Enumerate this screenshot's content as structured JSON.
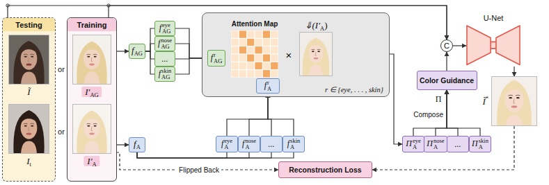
{
  "diagram": {
    "nodes": [
      {
        "text": [
          "Testing"
        ]
      },
      {
        "text": [
          "Ĩ"
        ],
        "in": 0
      },
      {
        "text": [
          "I",
          "t"
        ],
        "in": 0
      },
      {
        "text": [
          "Training"
        ]
      },
      {
        "text": [
          "I′",
          "AG"
        ],
        "in": 3
      },
      {
        "text": [
          "I′",
          "A"
        ],
        "in": 3
      },
      {
        "text": [
          "f",
          "AG"
        ]
      },
      {
        "text": [
          "f",
          "AG",
          "eye"
        ]
      },
      {
        "text": [
          "f",
          "AG",
          "nose"
        ]
      },
      {
        "text": [
          "..."
        ]
      },
      {
        "text": [
          "f",
          "AG",
          "skin"
        ]
      },
      {
        "text": [
          "r ∈ {eye, . . . , skin}"
        ]
      },
      {
        "text": [
          "Attention Map"
        ],
        "in": 11
      },
      {
        "text": [
          "⇓(I′",
          "A",
          ")"
        ],
        "in": 11
      },
      {
        "text": [
          "f",
          "AG",
          "r"
        ],
        "in": 11
      },
      {
        "text": [
          "f",
          "A",
          "r"
        ],
        "in": 11
      },
      {
        "text": [
          "f",
          "A"
        ]
      },
      {
        "text": [
          "f",
          "A",
          "eye"
        ]
      },
      {
        "text": [
          "f",
          "A",
          "nose"
        ]
      },
      {
        "text": [
          "..."
        ]
      },
      {
        "text": [
          "f",
          "A",
          "skin"
        ]
      },
      {
        "text": [
          "Π",
          "A",
          "eye"
        ]
      },
      {
        "text": [
          "Π",
          "A",
          "nose"
        ]
      },
      {
        "text": [
          "..."
        ]
      },
      {
        "text": [
          "Π",
          "A",
          "skin"
        ]
      },
      {
        "text": [
          "Color Guidance"
        ]
      },
      {
        "text": [
          "C"
        ]
      },
      {
        "text": [
          "U-Net"
        ]
      },
      {
        "text": [
          "Ĩ",
          "*"
        ]
      },
      {
        "text": [
          "Reconstruction Loss"
        ]
      }
    ],
    "edges": [
      {
        "from": 0,
        "to": 26,
        "arrow": "to"
      },
      {
        "from": 3,
        "to": 26,
        "arrow": "to"
      },
      {
        "from": 4,
        "to": 6,
        "arrow": "to"
      },
      {
        "from": 5,
        "to": 16,
        "arrow": "to"
      },
      {
        "from": 6,
        "to": 7,
        "arrow": "none"
      },
      {
        "from": 6,
        "to": 8,
        "arrow": "none"
      },
      {
        "from": 6,
        "to": 9,
        "arrow": "none"
      },
      {
        "from": 6,
        "to": 10,
        "arrow": "none"
      },
      {
        "from": 7,
        "to": 14,
        "arrow": "to"
      },
      {
        "from": 8,
        "to": 14,
        "arrow": "to"
      },
      {
        "from": 9,
        "to": 14,
        "arrow": "to"
      },
      {
        "from": 10,
        "to": 14,
        "arrow": "to"
      },
      {
        "from": 16,
        "to": 17,
        "arrow": "none"
      },
      {
        "from": 16,
        "to": 18,
        "arrow": "none"
      },
      {
        "from": 16,
        "to": 19,
        "arrow": "none"
      },
      {
        "from": 16,
        "to": 20,
        "arrow": "none"
      },
      {
        "from": 17,
        "to": 15,
        "arrow": "to"
      },
      {
        "from": 18,
        "to": 15,
        "arrow": "to"
      },
      {
        "from": 19,
        "to": 15,
        "arrow": "to"
      },
      {
        "from": 20,
        "to": 15,
        "arrow": "to"
      },
      {
        "from": 11,
        "to": 21,
        "arrow": "to"
      },
      {
        "from": 21,
        "to": 25,
        "label": "Compose",
        "arrow": "to"
      },
      {
        "from": 22,
        "to": 25,
        "arrow": "to"
      },
      {
        "from": 23,
        "to": 25,
        "arrow": "to"
      },
      {
        "from": 24,
        "to": 25,
        "arrow": "to"
      },
      {
        "from": 25,
        "to": 26,
        "arrow": "to"
      },
      {
        "from": 26,
        "to": 27,
        "arrow": "to"
      },
      {
        "from": 27,
        "to": 28,
        "arrow": "to"
      },
      {
        "from": 28,
        "to": 29,
        "arrow": "to"
      },
      {
        "from": 5,
        "to": 29,
        "label": "Flipped Back",
        "arrow": "to"
      }
    ],
    "labels": [
      "or",
      "or",
      "×",
      "Π"
    ]
  }
}
